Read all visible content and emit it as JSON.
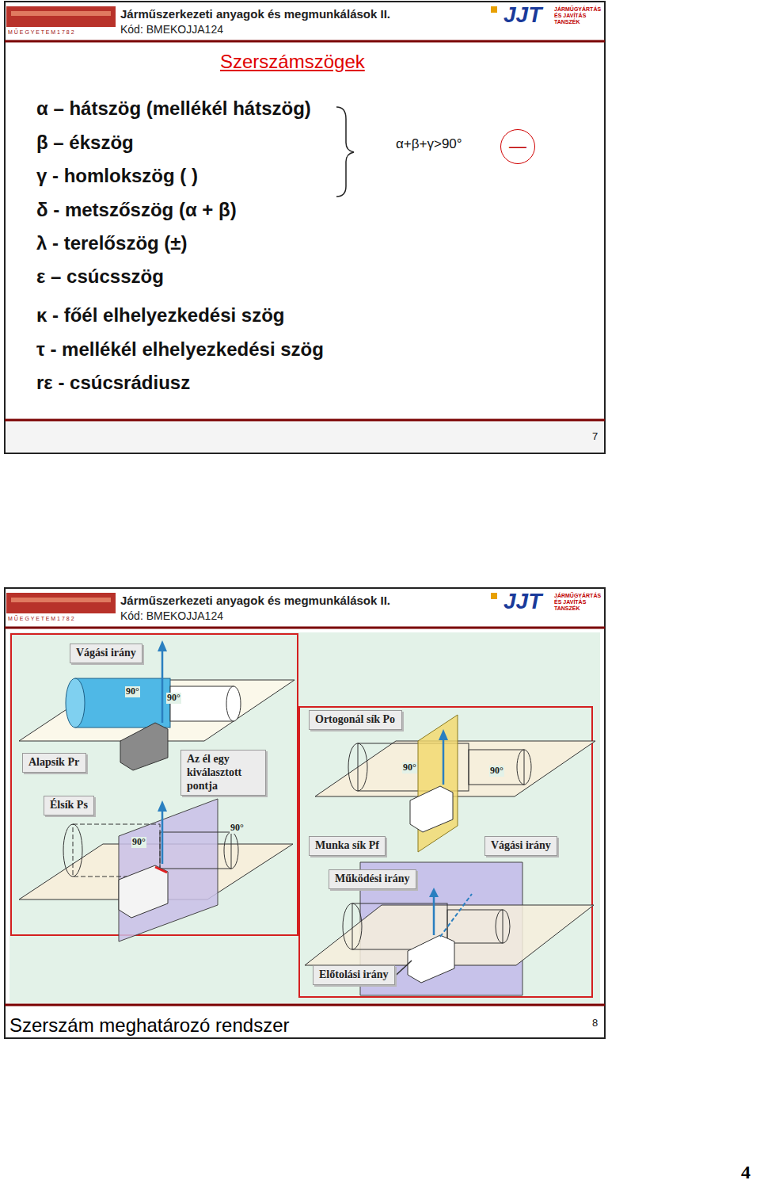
{
  "diagram": {
    "title": "Szerszámszögek",
    "caption": "Szerszám meghatározó rendszer",
    "nodes": [
      {
        "text": [
          "—"
        ]
      },
      {
        "text": [
          "Vágási irány"
        ]
      },
      {
        "text": [
          "Alapsík Pr"
        ]
      },
      {
        "text": [
          "Az él egy kiválasztott pontja"
        ]
      },
      {
        "text": [
          "Élsík Ps"
        ]
      },
      {
        "text": [
          "Ortogonál sík Po"
        ]
      },
      {
        "text": [
          "Munka sík Pf"
        ]
      },
      {
        "text": [
          "Vágási irány"
        ]
      },
      {
        "text": [
          "Működési irány"
        ]
      },
      {
        "text": [
          "Előtolási irány"
        ]
      }
    ],
    "labels": [
      "Járműszerkezeti anyagok és megmunkálások II.",
      "Kód: BMEKOJJA124",
      "M Ű E G Y E T E M 1 7 8 2",
      "JJT",
      "JÁRMŰGYÁRTÁS ÉS JAVÍTÁS TANSZÉK",
      "α – hátszög (mellékél hátszög)",
      "β – ékszög",
      "γ - homlokszög ( )",
      "δ - metszőszög (α + β)",
      "λ - terelőszög (±)",
      "ε – csúcsszög",
      "κ - főél elhelyezkedési szög",
      "τ - mellékél elhelyezkedési szög",
      "rε - csúcsrádiusz",
      "α+β+γ>90°",
      "7",
      "Járműszerkezeti anyagok és megmunkálások II.",
      "Kód: BMEKOJJA124",
      "M Ű E G Y E T E M 1 7 8 2",
      "JJT",
      "JÁRMŰGYÁRTÁS ÉS JAVÍTÁS TANSZÉK",
      "90°",
      "90°",
      "90°",
      "90°",
      "90°",
      "90°",
      "8",
      "4"
    ]
  }
}
